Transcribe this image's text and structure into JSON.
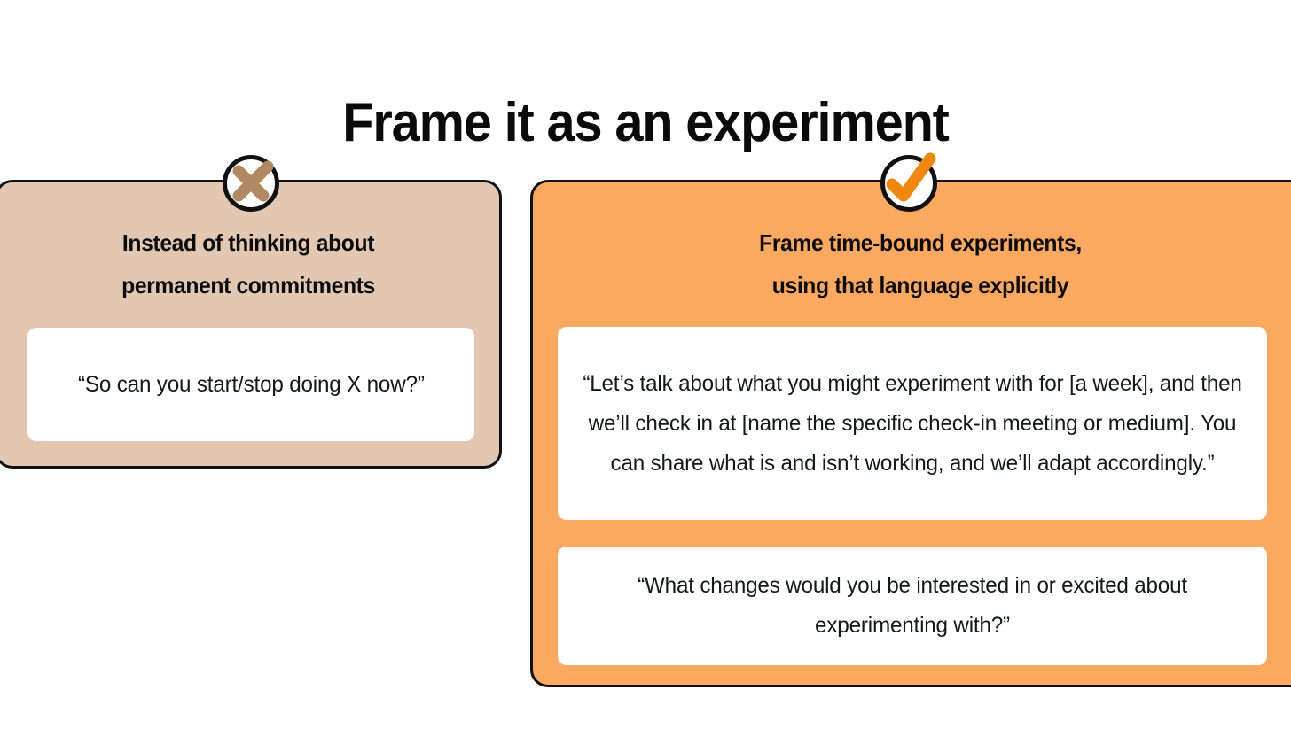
{
  "page": {
    "title": "Frame it as an experiment",
    "background_color": "#ffffff"
  },
  "colors": {
    "tan_card": "#E2C8B3",
    "orange_card": "#FBA961",
    "x_mark": "#B08861",
    "check_mark": "#F0870F",
    "border": "#111111",
    "quote_box": "#ffffff",
    "text": "#0b0b0b"
  },
  "cards": [
    {
      "id": "negative",
      "badge_icon": "x-mark-icon",
      "heading_line_1": "Instead of thinking about",
      "heading_line_2": "permanent commitments",
      "quotes": [
        "“So can you start/stop doing X now?”"
      ]
    },
    {
      "id": "positive",
      "badge_icon": "check-mark-icon",
      "heading_line_1": "Frame time-bound experiments,",
      "heading_line_2": "using that language explicitly",
      "quotes": [
        "“Let’s talk about what you might experiment with for [a week], and then we’ll check in at [name the specific check-in meeting or medium]. You can share what is and isn’t working, and we’ll adapt accordingly.”",
        "“What changes would you be interested in or excited about experimenting with?”"
      ]
    }
  ]
}
